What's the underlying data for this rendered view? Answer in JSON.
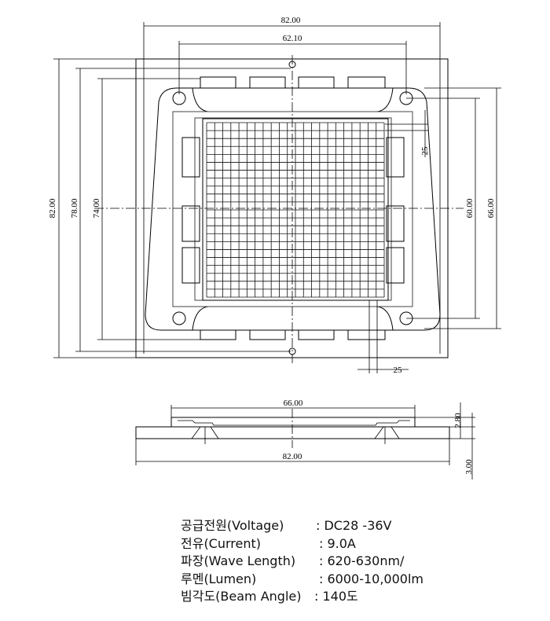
{
  "drawing": {
    "top_view": {
      "dim_overall_width": "82.00",
      "dim_hole_spacing_x": "62.10",
      "dim_overall_height": "82.00",
      "dim_body_height": "78.00",
      "dim_inner_height": "74.00",
      "dim_hole_spacing_y": "60.00",
      "dim_body_width": "66.00",
      "dim_offset_right": "25",
      "dim_offset_bottom": "25"
    },
    "side_view": {
      "dim_top_width": "66.00",
      "dim_base_width": "82.00",
      "dim_top_thickness": "2.80",
      "dim_base_thickness": "3.00"
    }
  },
  "specs": [
    {
      "label": "공급전원(Voltage)",
      "value": ": DC28 -36V"
    },
    {
      "label": "전유(Current)",
      "value": ": 9.0A"
    },
    {
      "label": "파장(Wave Length)",
      "value": ": 620-630nm/"
    },
    {
      "label": "루멘(Lumen)",
      "value": ": 6000-10,000lm"
    },
    {
      "label": "빔각도(Beam Angle)",
      "value": ": 140도"
    }
  ]
}
